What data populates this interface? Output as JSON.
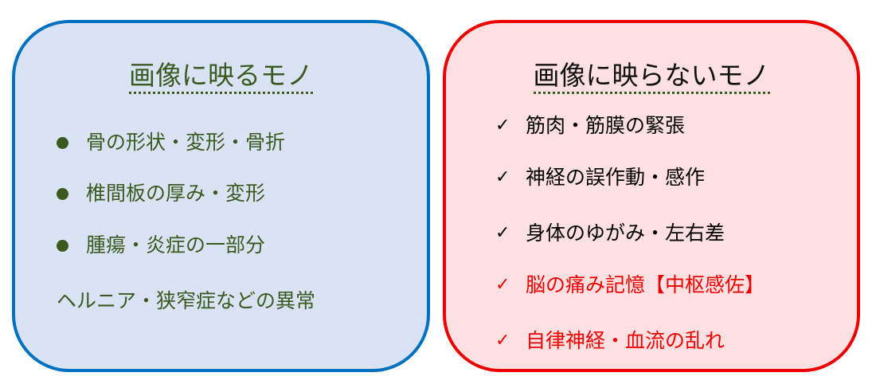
{
  "left": {
    "title": "画像に映るモノ",
    "items": [
      {
        "text": "骨の形状・変形・骨折",
        "bullet": true
      },
      {
        "text": "椎間板の厚み・変形",
        "bullet": true
      },
      {
        "text": "腫瘍・炎症の一部分",
        "bullet": true
      },
      {
        "text": "ヘルニア・狭窄症などの異常",
        "bullet": false
      }
    ],
    "colors": {
      "text": "#3b5a20",
      "fill": "#dae3f3",
      "border": "#0070c0"
    }
  },
  "right": {
    "title": "画像に映らないモノ",
    "check_glyph": "✓",
    "items": [
      {
        "text": "筋肉・筋膜の緊張",
        "highlight": false
      },
      {
        "text": "神経の誤作動・感作",
        "highlight": false
      },
      {
        "text": "身体のゆがみ・左右差",
        "highlight": false
      },
      {
        "text": "脳の痛み記憶【中枢感佐】",
        "highlight": true
      },
      {
        "text": "自律神経・血流の乱れ",
        "highlight": true
      }
    ],
    "colors": {
      "text": "#111111",
      "highlight": "#ee0000",
      "fill": "#fde0e1",
      "border": "#ee0000"
    }
  }
}
